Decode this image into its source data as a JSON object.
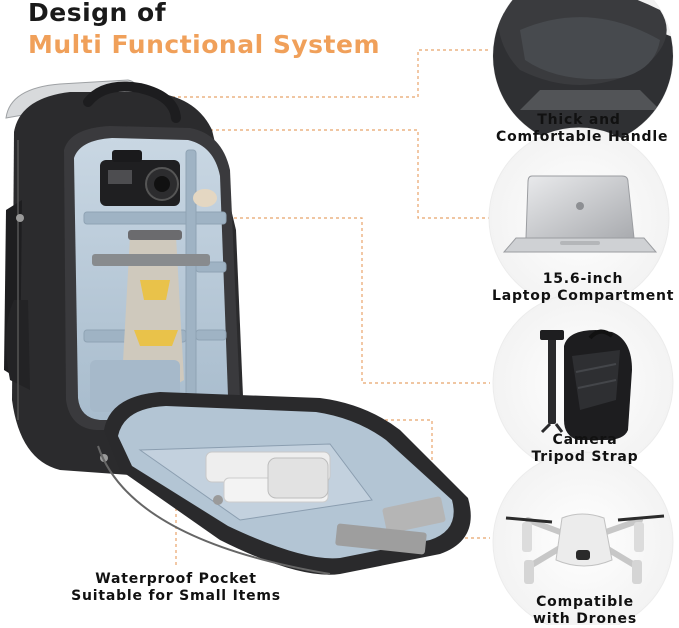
{
  "title": {
    "line1": "Design of",
    "line2": "Multi Functional System",
    "line1_color": "#1a1a1a",
    "line2_color": "#f0a05a"
  },
  "features": [
    {
      "line1": "Thick and",
      "line2": "Comfortable Handle",
      "icon": "handle-closeup"
    },
    {
      "line1": "15.6-inch",
      "line2": "Laptop Compartment",
      "icon": "laptop"
    },
    {
      "line1": "Camera",
      "line2": "Tripod Strap",
      "icon": "hardshell-backpack-with-tripod"
    },
    {
      "line1": "Compatible",
      "line2": "with Drones",
      "icon": "drone"
    }
  ],
  "pocket_caption": {
    "line1": "Waterproof Pocket",
    "line2": "Suitable for Small Items"
  },
  "colors": {
    "accent": "#f0a05a",
    "leader_line": "#e8a46a",
    "bag_body": "#2b2b2d",
    "bag_lining": "#b9cad8"
  }
}
